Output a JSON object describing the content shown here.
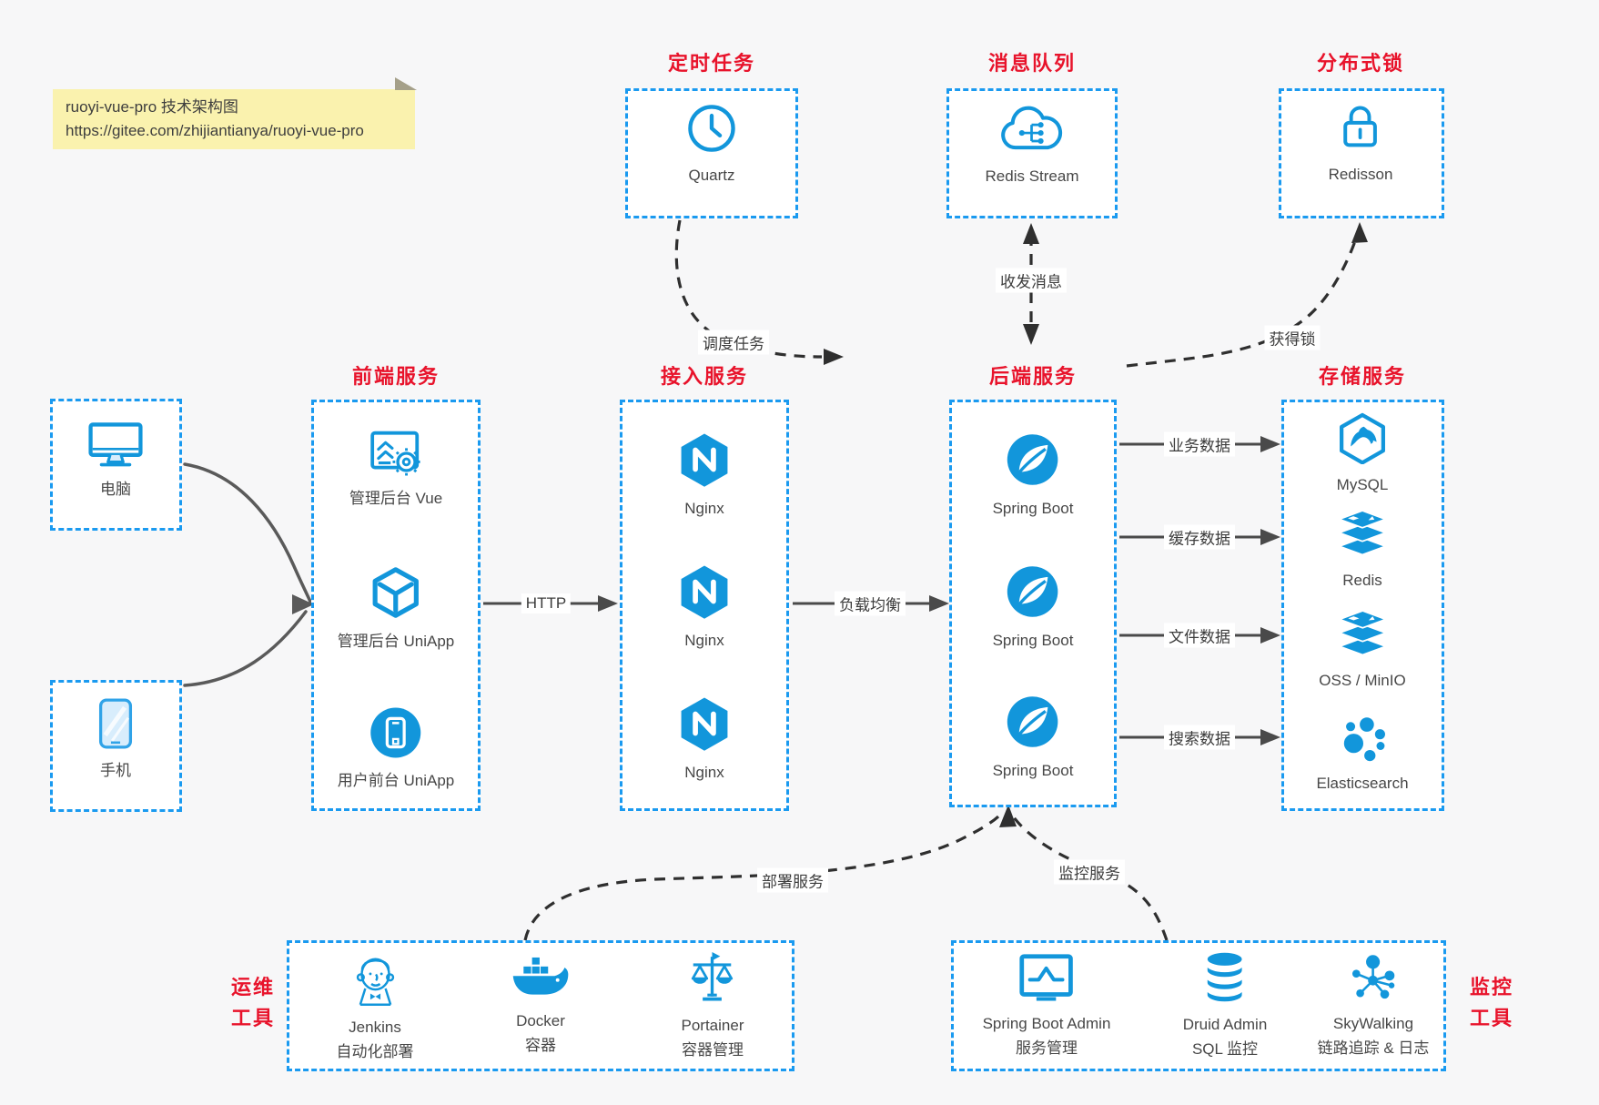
{
  "colors": {
    "accent_blue": "#1296db",
    "border_blue": "#1a9af0",
    "title_red": "#e8132b",
    "note_bg": "#faf2ae",
    "canvas_bg": "#f7f7f8"
  },
  "note": {
    "line1": "ruoyi-vue-pro 技术架构图",
    "line2": "https://gitee.com/zhijiantianya/ruoyi-vue-pro"
  },
  "groups": {
    "scheduled": {
      "title": "定时任务",
      "items": [
        {
          "name": "Quartz",
          "icon": "clock-icon"
        }
      ]
    },
    "mq": {
      "title": "消息队列",
      "items": [
        {
          "name": "Redis Stream",
          "icon": "cloud-share-icon"
        }
      ]
    },
    "lock": {
      "title": "分布式锁",
      "items": [
        {
          "name": "Redisson",
          "icon": "lock-icon"
        }
      ]
    },
    "clients": {
      "items": [
        {
          "name": "电脑",
          "icon": "desktop-icon"
        },
        {
          "name": "手机",
          "icon": "smartphone-icon"
        }
      ]
    },
    "frontend": {
      "title": "前端服务",
      "items": [
        {
          "name": "管理后台 Vue",
          "icon": "admin-vue-icon"
        },
        {
          "name": "管理后台 UniApp",
          "icon": "uniapp-cube-icon"
        },
        {
          "name": "用户前台 UniApp",
          "icon": "user-app-icon"
        }
      ]
    },
    "gateway": {
      "title": "接入服务",
      "items": [
        {
          "name": "Nginx",
          "icon": "nginx-icon"
        },
        {
          "name": "Nginx",
          "icon": "nginx-icon"
        },
        {
          "name": "Nginx",
          "icon": "nginx-icon"
        }
      ]
    },
    "backend": {
      "title": "后端服务",
      "items": [
        {
          "name": "Spring Boot",
          "icon": "spring-boot-icon"
        },
        {
          "name": "Spring Boot",
          "icon": "spring-boot-icon"
        },
        {
          "name": "Spring Boot",
          "icon": "spring-boot-icon"
        }
      ]
    },
    "storage": {
      "title": "存储服务",
      "items": [
        {
          "name": "MySQL",
          "icon": "mysql-icon"
        },
        {
          "name": "Redis",
          "icon": "redis-stack-icon"
        },
        {
          "name": "OSS / MinIO",
          "icon": "redis-stack-icon"
        },
        {
          "name": "Elasticsearch",
          "icon": "elasticsearch-icon"
        }
      ]
    },
    "devops": {
      "title_line1": "运维",
      "title_line2": "工具",
      "items": [
        {
          "name": "Jenkins",
          "desc": "自动化部署",
          "icon": "jenkins-icon"
        },
        {
          "name": "Docker",
          "desc": "容器",
          "icon": "docker-icon"
        },
        {
          "name": "Portainer",
          "desc": "容器管理",
          "icon": "portainer-icon"
        }
      ]
    },
    "monitoring": {
      "title_line1": "监控",
      "title_line2": "工具",
      "items": [
        {
          "name": "Spring Boot Admin",
          "desc": "服务管理",
          "icon": "monitor-chart-icon"
        },
        {
          "name": "Druid Admin",
          "desc": "SQL 监控",
          "icon": "database-icon"
        },
        {
          "name": "SkyWalking",
          "desc": "链路追踪 & 日志",
          "icon": "topology-icon"
        }
      ]
    }
  },
  "edges": {
    "http": "HTTP",
    "load_balance": "负载均衡",
    "business_data": "业务数据",
    "cache_data": "缓存数据",
    "file_data": "文件数据",
    "search_data": "搜索数据",
    "schedule_task": "调度任务",
    "send_receive_message": "收发消息",
    "acquire_lock": "获得锁",
    "deploy_service": "部署服务",
    "monitor_service": "监控服务"
  }
}
